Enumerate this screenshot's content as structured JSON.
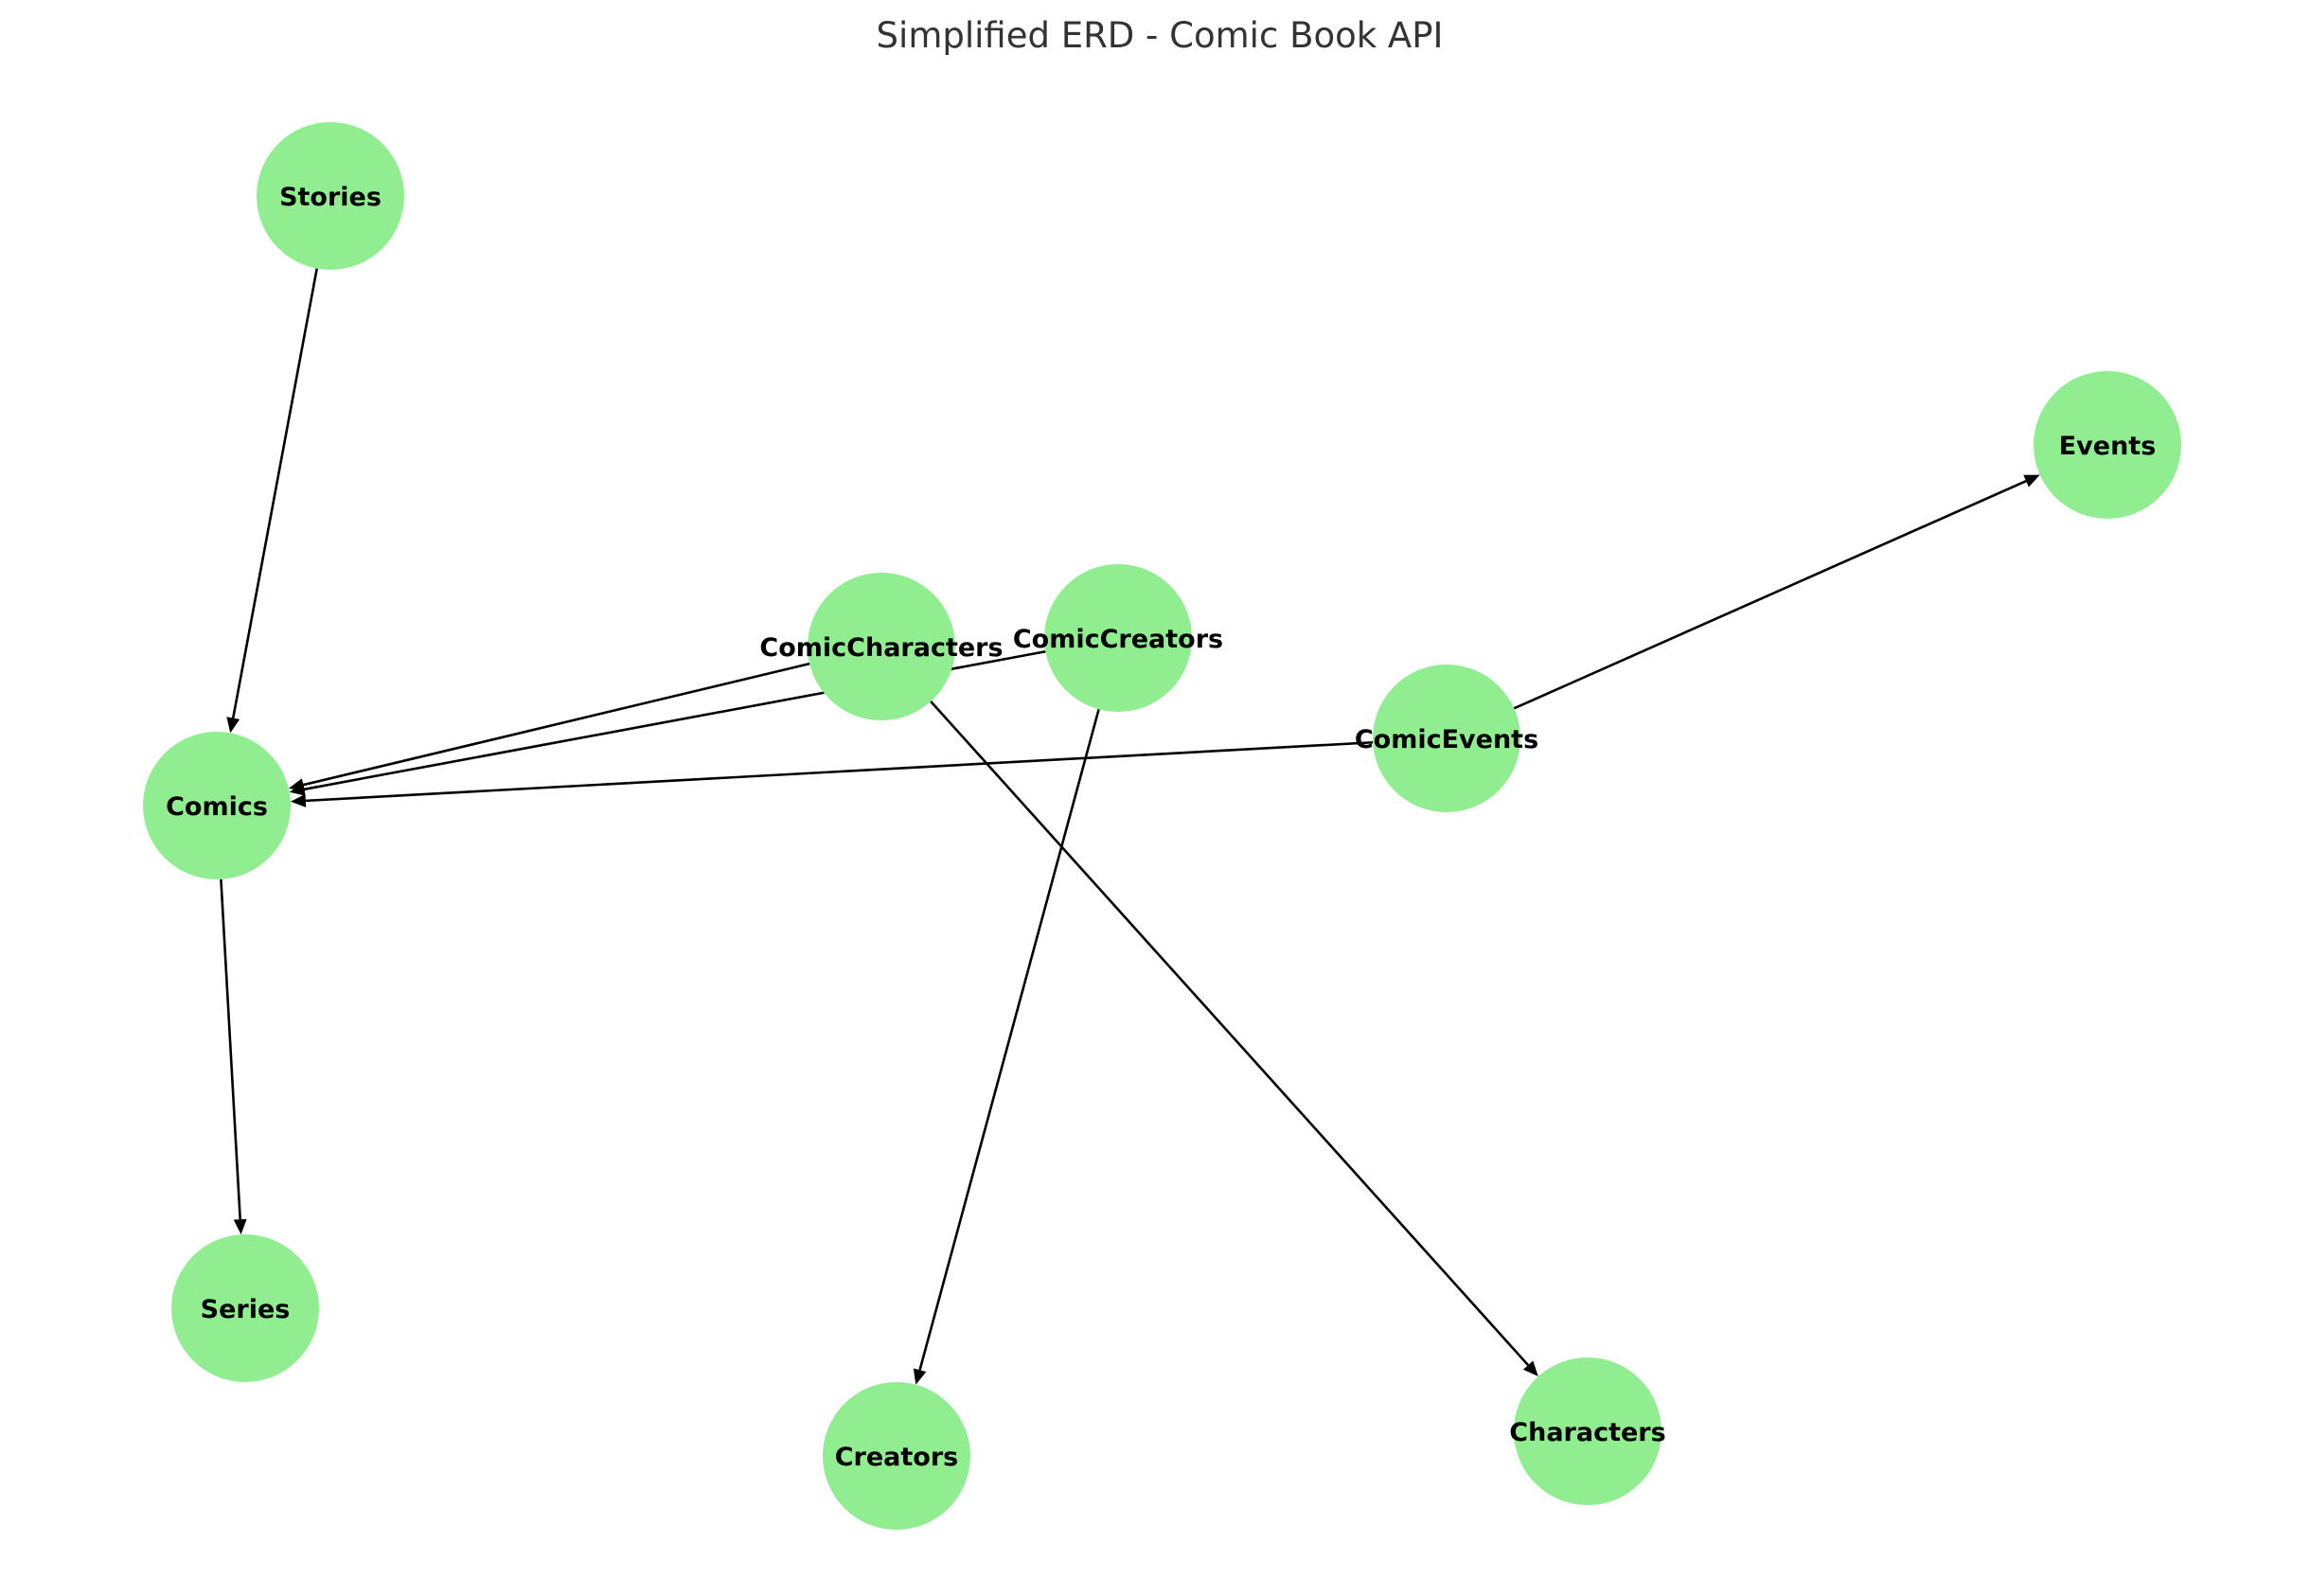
{
  "title": "Simplified ERD - Comic Book API",
  "colors": {
    "node_fill": "#90ee90",
    "edge": "#000000",
    "label": "#000000",
    "title": "#333333",
    "background": "#ffffff"
  },
  "nodes": [
    {
      "id": "stories",
      "label": "Stories"
    },
    {
      "id": "events",
      "label": "Events"
    },
    {
      "id": "comic_characters",
      "label": "ComicCharacters"
    },
    {
      "id": "comic_creators",
      "label": "ComicCreators"
    },
    {
      "id": "comic_events",
      "label": "ComicEvents"
    },
    {
      "id": "comics",
      "label": "Comics"
    },
    {
      "id": "series",
      "label": "Series"
    },
    {
      "id": "creators",
      "label": "Creators"
    },
    {
      "id": "characters",
      "label": "Characters"
    }
  ],
  "edges": [
    {
      "from": "stories",
      "to": "comics"
    },
    {
      "from": "comics",
      "to": "series"
    },
    {
      "from": "comic_characters",
      "to": "comics"
    },
    {
      "from": "comic_characters",
      "to": "characters"
    },
    {
      "from": "comic_creators",
      "to": "comics"
    },
    {
      "from": "comic_creators",
      "to": "creators"
    },
    {
      "from": "comic_events",
      "to": "comics"
    },
    {
      "from": "comic_events",
      "to": "events"
    }
  ]
}
